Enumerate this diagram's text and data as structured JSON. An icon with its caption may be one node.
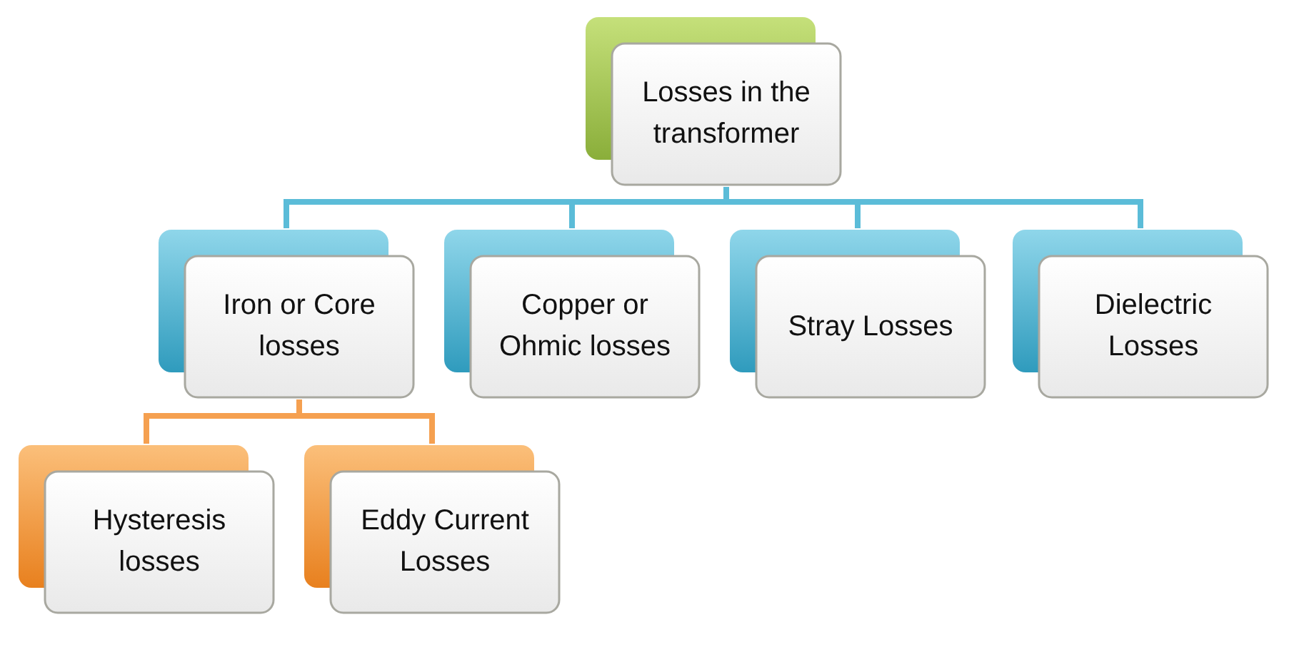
{
  "diagram": {
    "nodes": [
      {
        "text": [
          "Losses in the transformer"
        ]
      },
      {
        "text": [
          "Iron or Core losses"
        ]
      },
      {
        "text": [
          "Copper or Ohmic losses"
        ]
      },
      {
        "text": [
          "Stray Losses"
        ]
      },
      {
        "text": [
          "Dielectric Losses"
        ]
      },
      {
        "text": [
          "Hysteresis losses"
        ]
      },
      {
        "text": [
          "Eddy Current Losses"
        ]
      }
    ],
    "edges": [
      {
        "from": 0,
        "to": 1,
        "arrow": "none"
      },
      {
        "from": 0,
        "to": 2,
        "arrow": "none"
      },
      {
        "from": 0,
        "to": 3,
        "arrow": "none"
      },
      {
        "from": 0,
        "to": 4,
        "arrow": "none"
      },
      {
        "from": 1,
        "to": 5,
        "arrow": "none",
        "color": "#f5a050"
      },
      {
        "from": 1,
        "to": 6,
        "arrow": "none",
        "color": "#f5a050"
      }
    ]
  }
}
